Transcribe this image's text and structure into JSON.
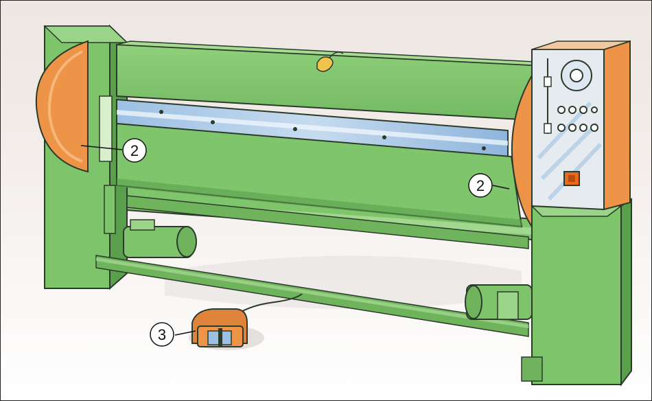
{
  "callouts": [
    {
      "id": "side-cover-left",
      "label": "2"
    },
    {
      "id": "side-cover-right",
      "label": "2"
    },
    {
      "id": "foot-pedal",
      "label": "3"
    }
  ],
  "colors": {
    "machine_green": "#7ec46a",
    "machine_green_dark": "#5aa04c",
    "cover_orange": "#ee9448",
    "blade_blue": "#a9c8e6",
    "control_panel": "#e6ebf0",
    "background_top": "#ede6e2",
    "outline": "#2b3a2a"
  },
  "icons": {
    "dial": "dial-icon",
    "buttons": "button-icon",
    "emergency_stop": "stop-button-icon",
    "lamp": "lamp-icon"
  }
}
